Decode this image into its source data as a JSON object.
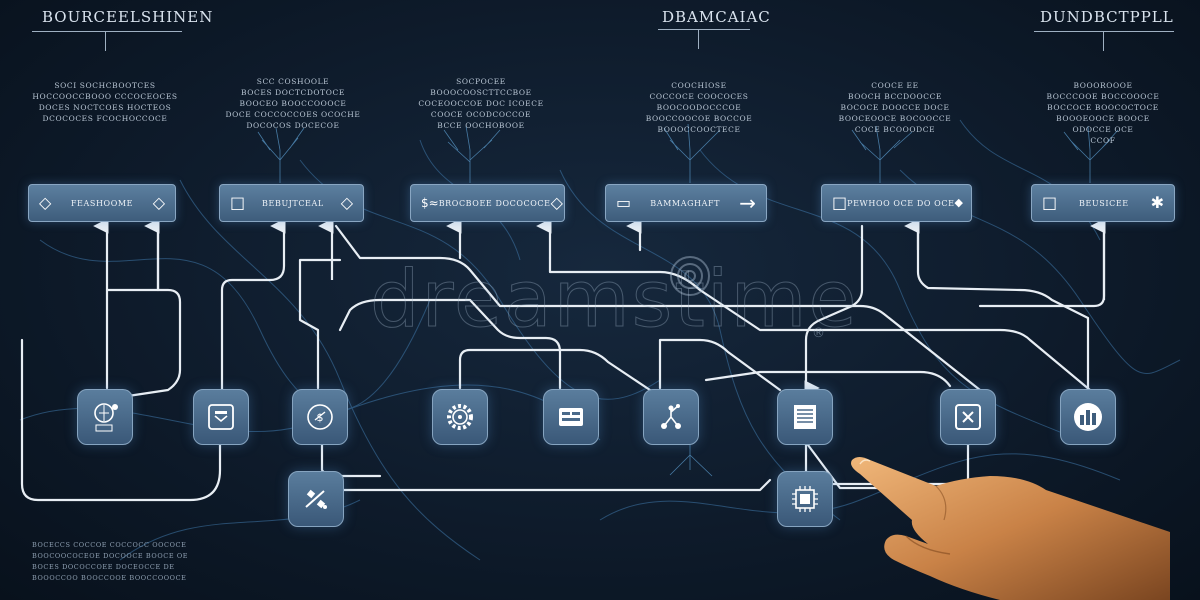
{
  "headers": [
    {
      "text": "BOURCEELSHINEN"
    },
    {
      "text": "DBAMCAIAC"
    },
    {
      "text": "DUNDBCTPPLL"
    }
  ],
  "captions": [
    {
      "lines": [
        "SOCI SOCHCBOOTCES",
        "HOCCOOCCBOOO CCCOCEOCES",
        "DOCES NOCTCOES HOCTEOS",
        "DCOCOCES FCOCHOCCOCE"
      ]
    },
    {
      "lines": [
        "SCC COSHOOLE",
        "BOCES DOCTCDOTOCE",
        "BOOCEO BOOCCOOOCE",
        "DOCE COCCOCCOES OCOCHE",
        "DOCOCOS DOCECOE"
      ]
    },
    {
      "lines": [
        "SOCPOCEE",
        "BOOOCOOSCTTCCBOE",
        "COCEOOCCOE DOC ICOECE",
        "COOCE OCODCOCCOE",
        "BCCE OOCHOBOOE"
      ]
    },
    {
      "lines": [
        "COOCHIOSE",
        "COCCOCE COOCOCES",
        "BOOCOODOCCCOE",
        "BOOCCOOCOE BOCCOE",
        "BOOOCCOOCTECE"
      ]
    },
    {
      "lines": [
        "COOCE EE",
        "BOOCH BCCDOOCCE",
        "BOCOCE DOOCCE DOCE",
        "BOOCEOOCE BOCOOCCE",
        "COCE BCOOODCE"
      ]
    },
    {
      "lines": [
        "BOOOROOOE",
        "BOCCCOOE BOCCOOOCE",
        "BOCCOCE BOOCOCTOCE",
        "BOOOEOOCE BOOCE",
        "ODOCCE OCE",
        "CCOF"
      ]
    }
  ],
  "cards": [
    {
      "label": "FEASHOOME",
      "left_glyph": "◇",
      "right_glyph": "◇"
    },
    {
      "label": "BEBUJTCEAL",
      "left_glyph": "□",
      "right_glyph": "◇"
    },
    {
      "label": "BROCBOEE DOCOCOCE",
      "left_glyph": "$≈",
      "right_glyph": "◇"
    },
    {
      "label": "BAMMAGHAFT",
      "left_glyph": "▭",
      "right_glyph": "→"
    },
    {
      "label": "PEWHOO OCE DO OCE",
      "left_glyph": "□",
      "right_glyph": "◆"
    },
    {
      "label": "BEUSICEE",
      "left_glyph": "□",
      "right_glyph": "✱"
    }
  ],
  "nodes": [
    {
      "icon": "globe-badge"
    },
    {
      "icon": "chat-box"
    },
    {
      "icon": "dollar-ring"
    },
    {
      "icon": "gear"
    },
    {
      "icon": "form-card"
    },
    {
      "icon": "hierarchy"
    },
    {
      "icon": "document"
    },
    {
      "icon": "close-box"
    },
    {
      "icon": "chart-circle"
    },
    {
      "icon": "satellite"
    },
    {
      "icon": "circuit-chip"
    }
  ],
  "footer": {
    "lines": [
      "BOCECCS COCCOE COCCOCC OOCOCE",
      "BOOCOOCOCEOE DOCOOCE BOOCE OE",
      "BOCES DOCOCCOEE DOCEOCCE DE",
      "BOOOCCOO BOOCCOOE BOOCCOOOCE"
    ]
  },
  "watermark": {
    "text": "dreamstime",
    "registered": "®"
  },
  "colors": {
    "background": "#0e1b2b",
    "card": "#4f7193",
    "wire": "#e8eef4",
    "vein": "#4a86b8"
  }
}
